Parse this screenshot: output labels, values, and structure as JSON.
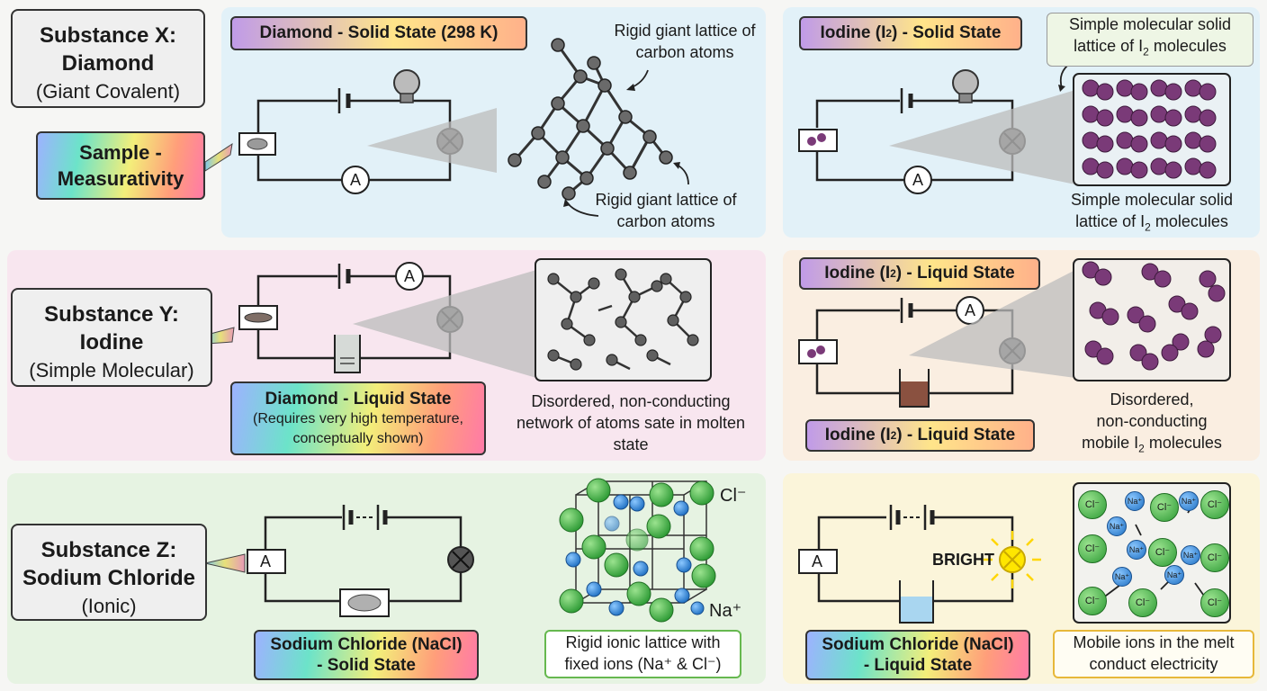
{
  "substances": {
    "x": {
      "name_line1": "Substance X:",
      "name_line2": "Diamond",
      "type": "(Giant Covalent)"
    },
    "y": {
      "name_line1": "Substance Y:",
      "name_line2": "Iodine",
      "type": "(Simple Molecular)"
    },
    "z": {
      "name_line1": "Substance Z:",
      "name_line2": "Sodium Chloride",
      "type": "(Ionic)"
    }
  },
  "sample_tag": {
    "line1": "Sample -",
    "line2": "Measurativity"
  },
  "diamond_solid": {
    "title": "Diamond - Solid State (298 K)",
    "label_top": "Rigid giant lattice of carbon atoms",
    "label_bottom": "Rigid giant lattice of carbon atoms",
    "ammeter": "A"
  },
  "iodine_solid": {
    "title_pre": "Iodine (I",
    "title_sub": "2",
    "title_post": ") - Solid State",
    "label_top_pre": "Simple molecular solid lattice of I",
    "label_top_sub": "2",
    "label_top_post": " molecules",
    "label_bottom_pre": "Simple molecular solid lattice of I",
    "label_bottom_sub": "2",
    "label_bottom_post": " molecules",
    "ammeter": "A"
  },
  "diamond_liquid": {
    "title": "Diamond - Liquid State",
    "note": "(Requires very high temperature, conceptually shown)",
    "label": "Disordered, non-conducting network of atoms sate in molten state",
    "ammeter": "A"
  },
  "iodine_liquid": {
    "title_pre": "Iodine (I",
    "title_sub": "2",
    "title_post": ") - Liquid State",
    "title2_pre": "Iodine (I",
    "title2_sub": "2",
    "title2_post": ") - Liquid State",
    "label_l1": "Disordered,",
    "label_l2": "non-conducting",
    "label_l3_pre": "mobile I",
    "label_l3_sub": "2",
    "label_l3_post": " molecules",
    "ammeter": "A"
  },
  "nacl_solid": {
    "title_l1": "Sodium Chloride (NaCl)",
    "title_l2": "- Solid State",
    "label": "Rigid ionic lattice with fixed ions (Na⁺ & Cl⁻)",
    "cl_label": "Cl⁻",
    "na_label": "Na⁺",
    "ammeter": "A"
  },
  "nacl_liquid": {
    "title_l1": "Sodium Chloride (NaCl)",
    "title_l2": "- Liquid State",
    "label": "Mobile ions in the melt conduct electricity",
    "bright": "BRIGHT",
    "ammeter": "A",
    "cl_ion": "Cl⁻",
    "na_ion": "Na⁺"
  },
  "colors": {
    "iodine": "#7a3a78",
    "carbon": "#5f5f5f",
    "chloride": "#3fae3f",
    "sodium": "#2f86d6",
    "bright": "#ffe600"
  }
}
